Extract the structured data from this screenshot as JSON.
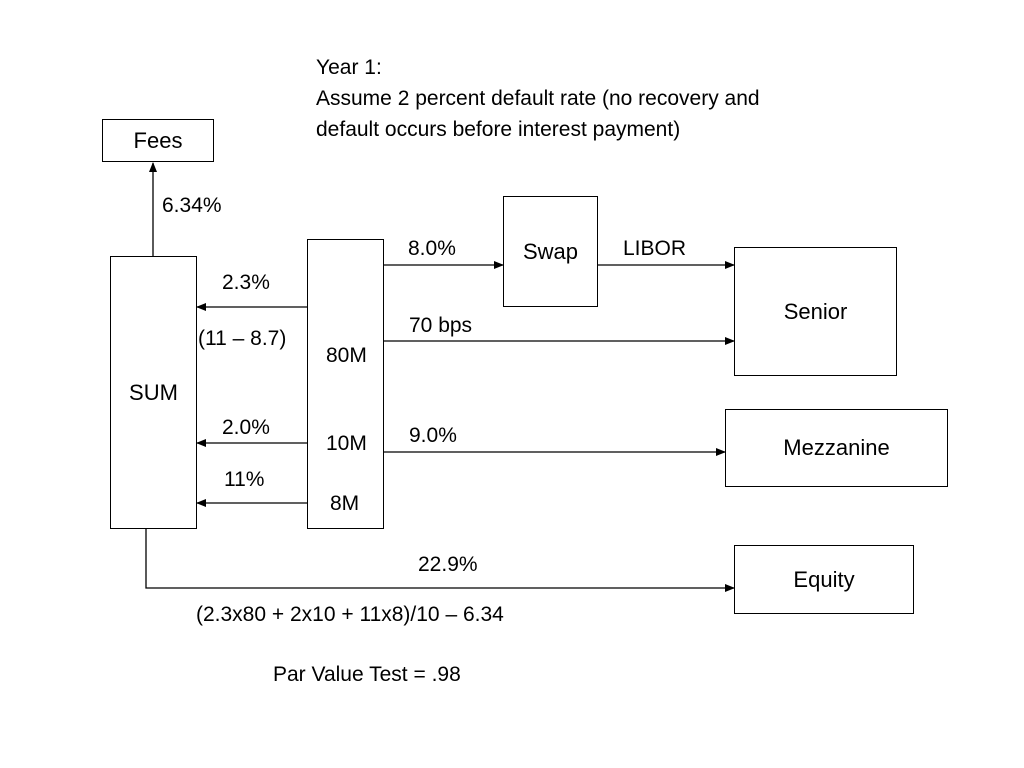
{
  "heading": {
    "lines": [
      "Year 1:",
      "Assume 2 percent default rate (no recovery and",
      "default occurs before interest payment)"
    ]
  },
  "boxes": {
    "fees": "Fees",
    "sum": "SUM",
    "swap": "Swap",
    "senior": "Senior",
    "mezzanine": "Mezzanine",
    "equity": "Equity"
  },
  "collateral": {
    "senior_tranche": "80M",
    "mezzanine_tranche": "10M",
    "equity_tranche": "8M"
  },
  "flow_labels": {
    "fees_rate": "6.34%",
    "senior_to_sum": "2.3%",
    "senior_to_sum_note": "(11 – 8.7)",
    "mezz_to_sum": "2.0%",
    "equity_to_sum": "11%",
    "swap_in": "8.0%",
    "swap_out": "LIBOR",
    "senior_spread": "70 bps",
    "mezz_rate": "9.0%",
    "equity_rate": "22.9%"
  },
  "footer": {
    "equity_formula": "(2.3x80 + 2x10 + 11x8)/10 – 6.34",
    "par_value_test": "Par Value Test = .98"
  }
}
